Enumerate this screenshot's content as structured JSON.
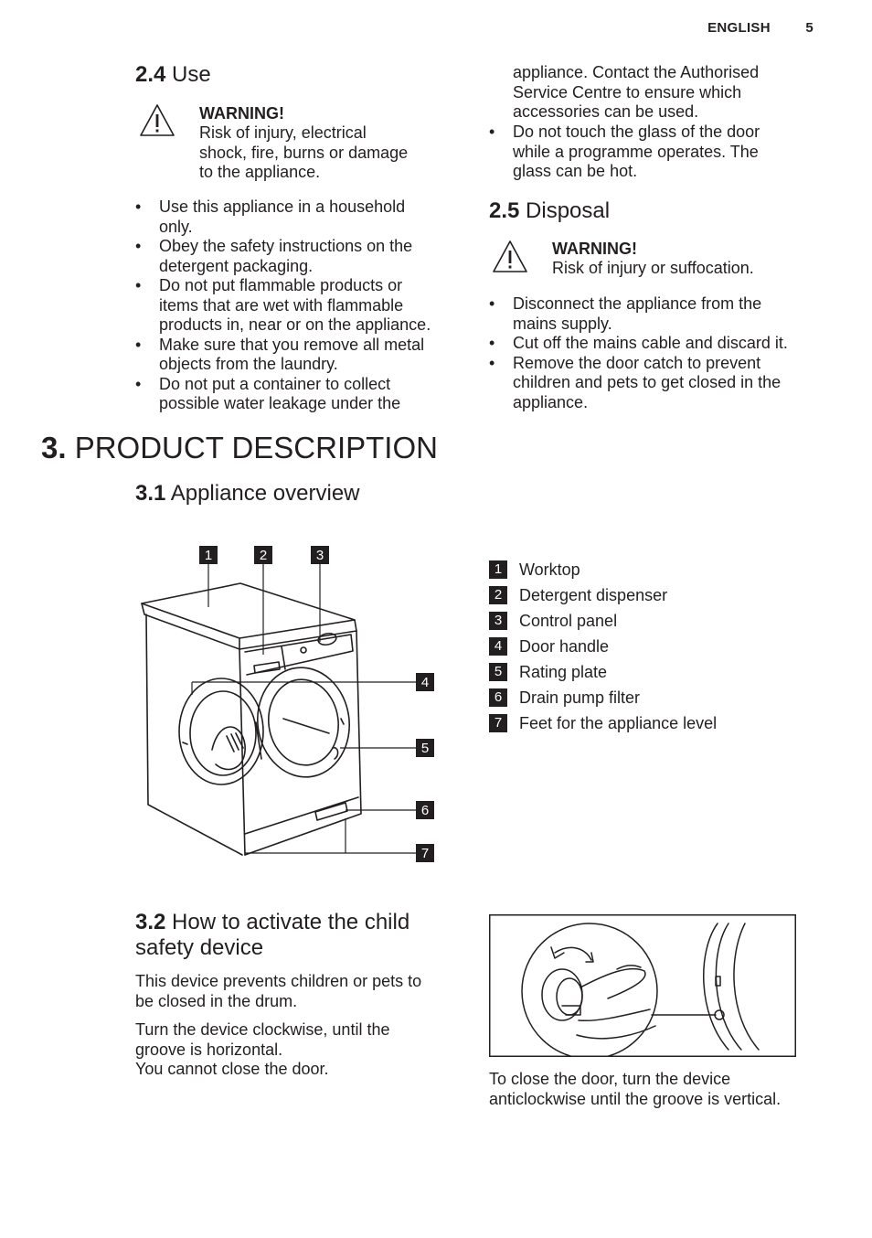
{
  "header": {
    "language": "ENGLISH",
    "page_number": "5"
  },
  "section_2_4": {
    "number": "2.4",
    "title": "Use",
    "warning_icon": "warning-triangle-icon",
    "warning_title": "WARNING!",
    "warning_lines": [
      "Risk of injury, electrical",
      "shock, fire, burns or damage",
      "to the appliance."
    ],
    "bullets": [
      [
        "Use this appliance in a household",
        "only."
      ],
      [
        "Obey the safety instructions on the",
        "detergent packaging."
      ],
      [
        "Do not put flammable products or",
        "items that are wet with flammable",
        "products in, near or on the appliance."
      ],
      [
        "Make sure that you remove all metal",
        "objects from the laundry."
      ],
      [
        "Do not put a container to collect",
        "possible water leakage under the"
      ]
    ],
    "continuation_lines": [
      "appliance. Contact the Authorised",
      "Service Centre to ensure which",
      "accessories can be used."
    ],
    "bullets_right": [
      [
        "Do not touch the glass of the door",
        "while a programme operates. The",
        "glass can be hot."
      ]
    ]
  },
  "section_2_5": {
    "number": "2.5",
    "title": "Disposal",
    "warning_icon": "warning-triangle-icon",
    "warning_title": "WARNING!",
    "warning_lines": [
      "Risk of injury or suffocation."
    ],
    "bullets": [
      [
        "Disconnect the appliance from the",
        "mains supply."
      ],
      [
        "Cut off the mains cable and discard it."
      ],
      [
        "Remove the door catch to prevent",
        "children and pets to get closed in the",
        "appliance."
      ]
    ]
  },
  "chapter_3": {
    "number": "3.",
    "title": "PRODUCT DESCRIPTION"
  },
  "section_3_1": {
    "number": "3.1",
    "title": "Appliance overview",
    "callouts": [
      "1",
      "2",
      "3",
      "4",
      "5",
      "6",
      "7"
    ],
    "legend": [
      {
        "num": "1",
        "label": "Worktop"
      },
      {
        "num": "2",
        "label": "Detergent dispenser"
      },
      {
        "num": "3",
        "label": "Control panel"
      },
      {
        "num": "4",
        "label": "Door handle"
      },
      {
        "num": "5",
        "label": "Rating plate"
      },
      {
        "num": "6",
        "label": "Drain pump filter"
      },
      {
        "num": "7",
        "label": "Feet for the appliance level"
      }
    ]
  },
  "section_3_2": {
    "number": "3.2",
    "title_lines": [
      "How to activate the child",
      "safety device"
    ],
    "para1_lines": [
      "This device prevents children or pets to",
      "be closed in the drum."
    ],
    "para2_lines": [
      "Turn the device clockwise, until the",
      "groove is horizontal.",
      "You cannot close the door."
    ],
    "caption_lines": [
      "To close the door, turn the device",
      "anticlockwise until the groove is vertical."
    ]
  }
}
